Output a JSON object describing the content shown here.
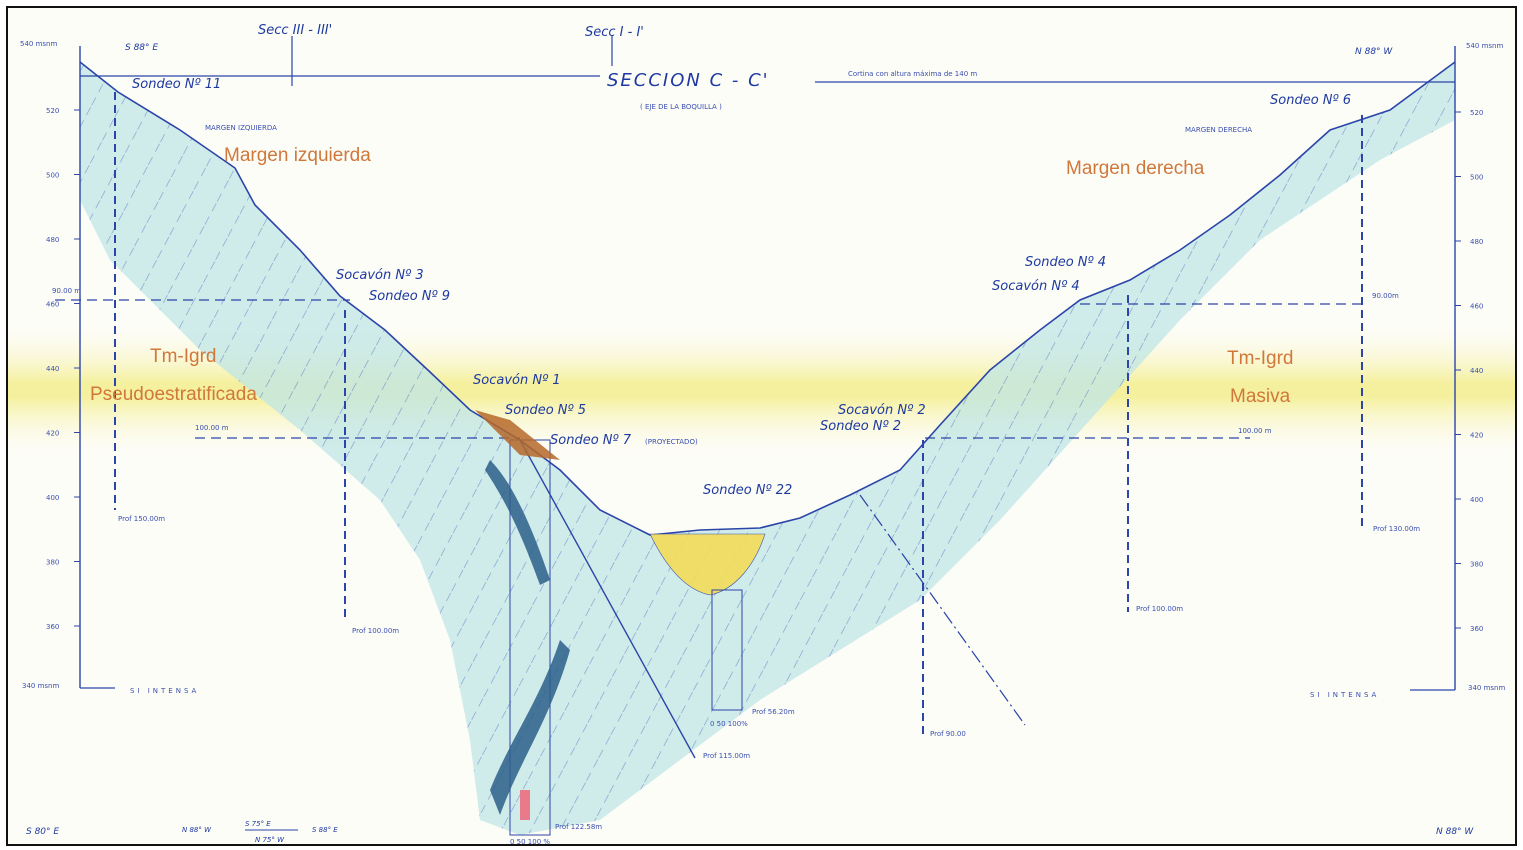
{
  "section": {
    "title": "SECCION  C - C'",
    "subtitle": "( EJE DE LA BOQUILLA )",
    "crest_note": "Cortina con altura máxima de 140 m"
  },
  "top_sections": {
    "left": "Secc  III - III'",
    "center": "Secc  I - I'"
  },
  "orientation": {
    "top_left": "S 88° E",
    "top_right": "N 88° W",
    "bottom_left": "S 80° E",
    "bottom_right": "N 88° W",
    "bottom_center_a": "N 88° W",
    "bottom_center_b": "S 75° E",
    "bottom_center_c": "N 75° W",
    "bottom_center_d": "S 88° E"
  },
  "scale": {
    "left_top": "540 msnm",
    "right_top": "540 msnm",
    "left_bottom": "340 msnm",
    "right_bottom": "340 msnm",
    "ticks": [
      "520",
      "500",
      "480",
      "460",
      "440",
      "420",
      "400",
      "380",
      "360"
    ],
    "si_left": "SI  INTENSA",
    "si_right": "SI  INTENSA"
  },
  "banks": {
    "left_small": "MARGEN  IZQUIERDA",
    "right_small": "MARGEN  DERECHA",
    "left_label": "Margen izquierda",
    "right_label": "Margen derecha"
  },
  "units": {
    "left_line1": "Tm-Igrd",
    "left_line2": "Pseudoestratificada",
    "right_line1": "Tm-Igrd",
    "right_line2": "Masiva"
  },
  "boreholes": [
    {
      "label": "Sondeo Nº 11",
      "depth": "Prof 150.00m"
    },
    {
      "label": "Sondeo Nº 9",
      "depth": "Prof 100.00m"
    },
    {
      "label": "Sondeo Nº 5",
      "depth": ""
    },
    {
      "label": "Sondeo Nº 7",
      "suffix": "(PROYECTADO)",
      "depth": "Prof 115.00m"
    },
    {
      "label": "Sondeo Nº 22",
      "depth": "Prof 56.20m"
    },
    {
      "label": "Sondeo Nº 2",
      "depth": "Prof 90.00"
    },
    {
      "label": "Sondeo Nº 4",
      "depth": "Prof 100.00m"
    },
    {
      "label": "Sondeo Nº 6",
      "depth": "Prof 130.00m"
    },
    {
      "label": "",
      "depth": "Prof 122.58m"
    }
  ],
  "adits": [
    "Socavón Nº 3",
    "Socavón Nº 1",
    "Socavón Nº 2",
    "Socavón Nº 4"
  ],
  "levels": {
    "left_90": "90.00 m",
    "right_90": "90.00m",
    "left_100": "100.00 m",
    "right_100": "100.00 m"
  },
  "rqd_axis": {
    "center": "0  50  100%",
    "bottom": "0  50  100 %"
  },
  "colors": {
    "ink": "#2b45a8",
    "fill_cyan": "#bfe6e6",
    "fill_yellow": "#f3ec8a",
    "label_orange": "#d0773a",
    "channel_yellow": "#f4dc5a"
  }
}
